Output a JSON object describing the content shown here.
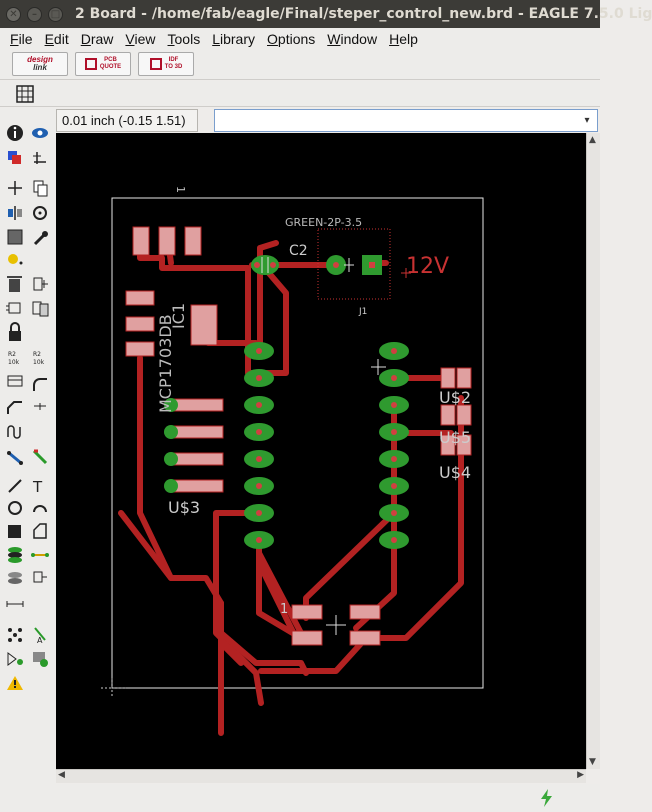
{
  "window": {
    "title": "2 Board - /home/fab/eagle/Final/steper_control_new.brd - EAGLE 7.5.0 Lig",
    "close_glyph": "✕",
    "minimize_glyph": "–",
    "maximize_glyph": "□"
  },
  "menu": [
    {
      "key": "F",
      "rest": "ile"
    },
    {
      "key": "E",
      "rest": "dit"
    },
    {
      "key": "D",
      "rest": "raw"
    },
    {
      "key": "V",
      "rest": "iew"
    },
    {
      "key": "T",
      "rest": "ools"
    },
    {
      "key": "L",
      "rest": "ibrary"
    },
    {
      "key": "O",
      "rest": "ptions"
    },
    {
      "key": "W",
      "rest": "indow"
    },
    {
      "key": "H",
      "rest": "elp"
    }
  ],
  "toolbar": {
    "designlink": {
      "line1": "design",
      "line2": "link"
    },
    "pcb_quote": {
      "line1": "PCB",
      "line2": "QUOTE"
    },
    "idf_to_3d": {
      "line1": "IDF",
      "line2": "TO 3D"
    }
  },
  "command": {
    "coordinates": "0.01 inch (-0.15 1.51)",
    "input_value": "",
    "dropdown_glyph": "▾"
  },
  "board": {
    "colors": {
      "background": "#000000",
      "trace": "#b32222",
      "pad": "#2f9a2f",
      "pad_drill": "#d04040",
      "smd": "#e0a0a0",
      "outline": "#e8e8e8",
      "label": "#c0c0c0",
      "label_red": "#c83232"
    },
    "labels": {
      "corner_mark": "1",
      "connector_name": "GREEN-2P-3.5",
      "cap_name": "C2",
      "voltage": "12V",
      "j1": "J1",
      "ic1": "IC1",
      "reg_part": "MCP1703DB",
      "u3": "U$3",
      "u2": "U$2",
      "u5": "U$5",
      "u4": "U$4",
      "pin1": "1"
    }
  }
}
